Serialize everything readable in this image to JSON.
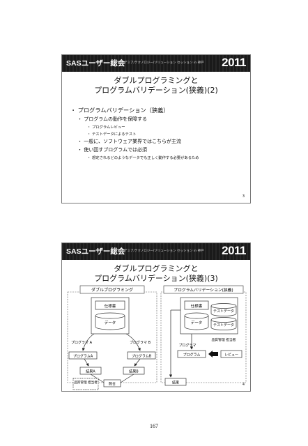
{
  "header": {
    "brand": "SASユーザー総会",
    "tagline": "アカデミア/テクノロジー/ソリューション セッション in 神戸",
    "year": "2011"
  },
  "slide1": {
    "title_line1": "ダブルプログラミングと",
    "title_line2": "プログラムバリデーション(狭義)(2)",
    "bullets": [
      "・ プログラムバリデーション（狭義）",
      "・ プログラムの動作を保障する",
      "・ プログラムレビュー",
      "・ テストデータによるテスト",
      "・ 一般に、ソフトウェア業界ではこちらが主流",
      "・ 使い回すプログラムでは必須",
      "・ 想定されるどのようなデータでも正しく動作する必要があるため"
    ],
    "page_no": "3"
  },
  "slide2": {
    "title_line1": "ダブルプログラミングと",
    "title_line2": "プログラムバリデーション(狭義)(3)",
    "left_header": "ダブルプログラミング",
    "right_header": "プログラムバリデーション(狭義)",
    "spec": "仕様書",
    "data": "データ",
    "programmer_a": "プログラマ A",
    "programmer_b": "プログラマ B",
    "program_a": "プログラムA",
    "program_b": "プログラムB",
    "result_a": "結果A",
    "result_b": "結果B",
    "qc_left": "品質管理 担当者",
    "compare": "照合",
    "test_data": "テストデータ",
    "qc_right": "品質管理 担当者",
    "programmer": "プログラマ",
    "program": "プログラム",
    "review": "レビュー",
    "result": "結果",
    "page_no": "4"
  },
  "page_number": "167"
}
